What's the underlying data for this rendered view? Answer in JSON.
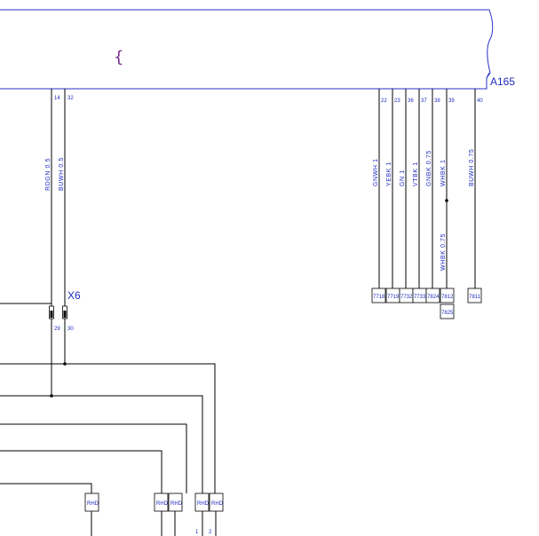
{
  "module": {
    "name": "A165",
    "pins_left": [
      "14",
      "32"
    ],
    "pins_right": [
      "22",
      "23",
      "36",
      "37",
      "38",
      "39",
      "40"
    ]
  },
  "connector": {
    "name": "X6",
    "pins": [
      "29",
      "30"
    ]
  },
  "wires_left": [
    "RDGN 0.5",
    "BUWH 0.5"
  ],
  "wires_right": [
    "GNWH 1",
    "YEBK 1",
    "GN 1",
    "VTBK 1",
    "GNBK 0.75",
    "WHBK 1",
    "BUWH 0.75"
  ],
  "splice_wire": "WHBK 0.75",
  "terminals": [
    "7718",
    "7719",
    "7732",
    "7733",
    "7824",
    "7812",
    "7811"
  ],
  "terminal_extra": "7825",
  "rhd_labels": [
    "RHD",
    "RHD",
    "RHD",
    "RHD",
    "RHD"
  ],
  "bottom_pins": [
    "1",
    "2"
  ],
  "colors": {
    "wire_label": "#1f2bbf",
    "frame": "#2430c8",
    "marker": "#7a2a8c"
  }
}
